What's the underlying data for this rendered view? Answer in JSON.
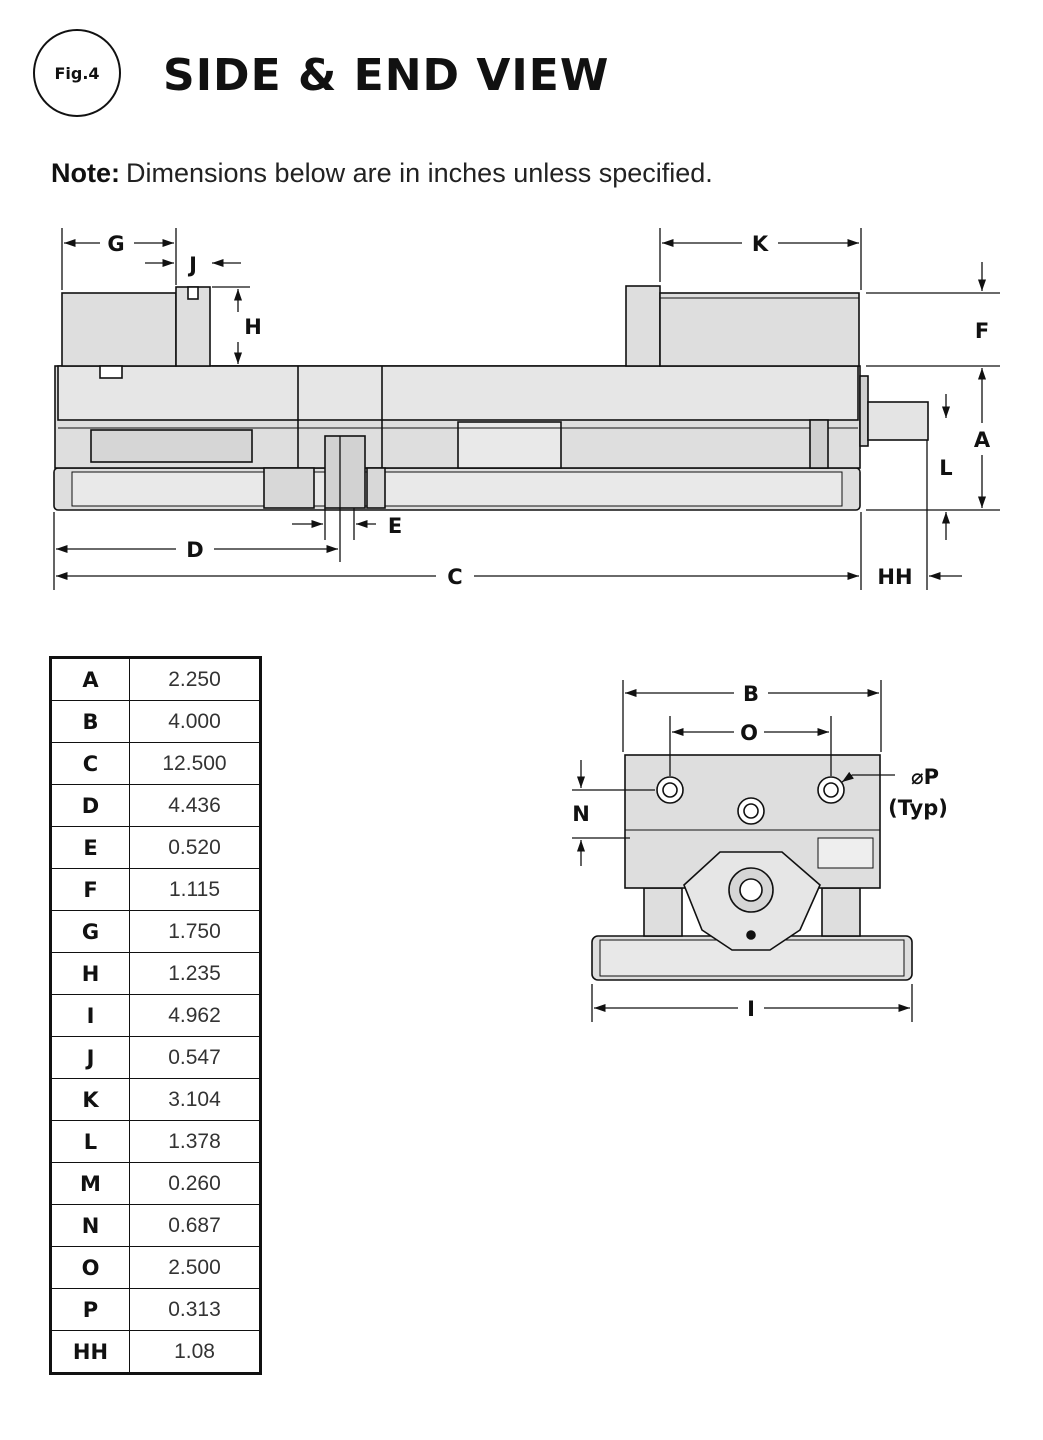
{
  "figure_label": "Fig.4",
  "title": "SIDE & END VIEW",
  "note": {
    "bold": "Note:",
    "text": "Dimensions below are in inches unless specified."
  },
  "dimension_callouts": {
    "G": "G",
    "J": "J",
    "H": "H",
    "K": "K",
    "F": "F",
    "A": "A",
    "L": "L",
    "E": "E",
    "D": "D",
    "C": "C",
    "HH": "HH",
    "B": "B",
    "O": "O",
    "N": "N",
    "P": "⌀P",
    "P_note": "(Typ)",
    "I": "I"
  },
  "dimensions_table": [
    {
      "label": "A",
      "value": "2.250"
    },
    {
      "label": "B",
      "value": "4.000"
    },
    {
      "label": "C",
      "value": "12.500"
    },
    {
      "label": "D",
      "value": "4.436"
    },
    {
      "label": "E",
      "value": "0.520"
    },
    {
      "label": "F",
      "value": "1.115"
    },
    {
      "label": "G",
      "value": "1.750"
    },
    {
      "label": "H",
      "value": "1.235"
    },
    {
      "label": "I",
      "value": "4.962"
    },
    {
      "label": "J",
      "value": "0.547"
    },
    {
      "label": "K",
      "value": "3.104"
    },
    {
      "label": "L",
      "value": "1.378"
    },
    {
      "label": "M",
      "value": "0.260"
    },
    {
      "label": "N",
      "value": "0.687"
    },
    {
      "label": "O",
      "value": "2.500"
    },
    {
      "label": "P",
      "value": "0.313"
    },
    {
      "label": "HH",
      "value": "1.08"
    }
  ]
}
